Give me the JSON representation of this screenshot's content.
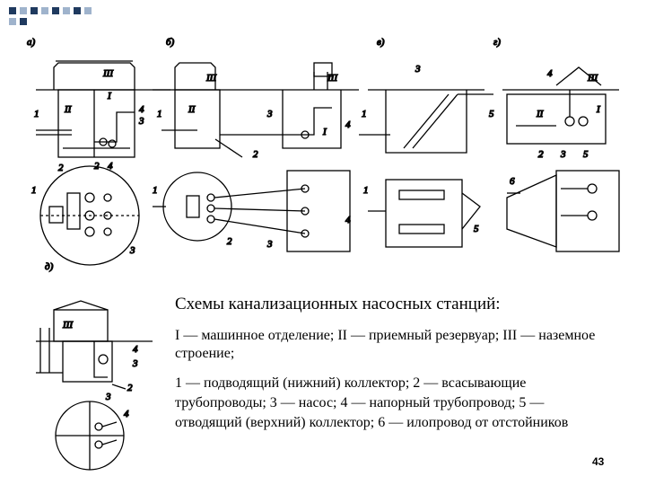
{
  "slide": {
    "title": "Схемы канализационных насосных станций:",
    "legend_sections": "I — машинное отделение; II — приемный резервуар; III — наземное строение;",
    "legend_items": "1 — подводящий (нижний) коллектор; 2 — всасывающие трубопроводы; 3 — насос; 4 — напорный трубопровод; 5 — отводящий (верхний) коллектор; 6 — илопровод от отстойников",
    "page_number": "43"
  },
  "diagram_labels": {
    "a": "а)",
    "b": "б)",
    "v": "в)",
    "g": "г)",
    "d": "д)",
    "I": "I",
    "II": "II",
    "III": "III",
    "n1": "1",
    "n2": "2",
    "n3": "3",
    "n4": "4",
    "n5": "5",
    "n6": "6"
  },
  "colors": {
    "corner_dark": "#1f3a5f",
    "corner_light": "#9fb3cc",
    "ink": "#000000"
  }
}
